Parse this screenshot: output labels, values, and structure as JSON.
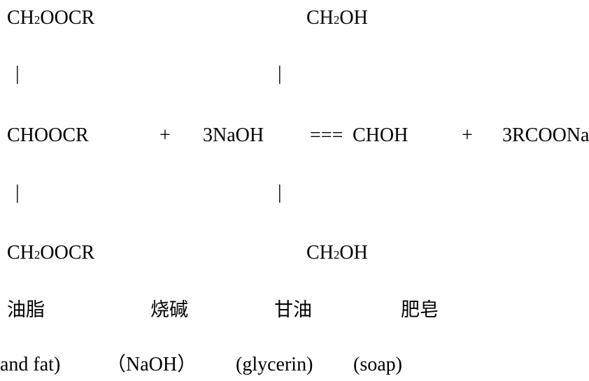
{
  "reaction": {
    "left_top": {
      "pre": "CH",
      "sub": "2",
      "post": "OOCR"
    },
    "right_top": {
      "pre": "CH",
      "sub": "2",
      "post": "OH"
    },
    "bond": "|",
    "left_mid": "CHOOCR",
    "plus": "+",
    "reagent": "3NaOH",
    "arrow": "===",
    "right_mid": "CHOH",
    "product": "3RCOONa",
    "left_bottom": {
      "pre": "CH",
      "sub": "2",
      "post": "OOCR"
    },
    "right_bottom": {
      "pre": "CH",
      "sub": "2",
      "post": "OH"
    }
  },
  "labels_cn": [
    "油脂",
    "烧碱",
    "甘油",
    "肥皂"
  ],
  "labels_en": [
    "and fat)",
    "（NaOH）",
    "(glycerin)",
    "(soap)"
  ]
}
